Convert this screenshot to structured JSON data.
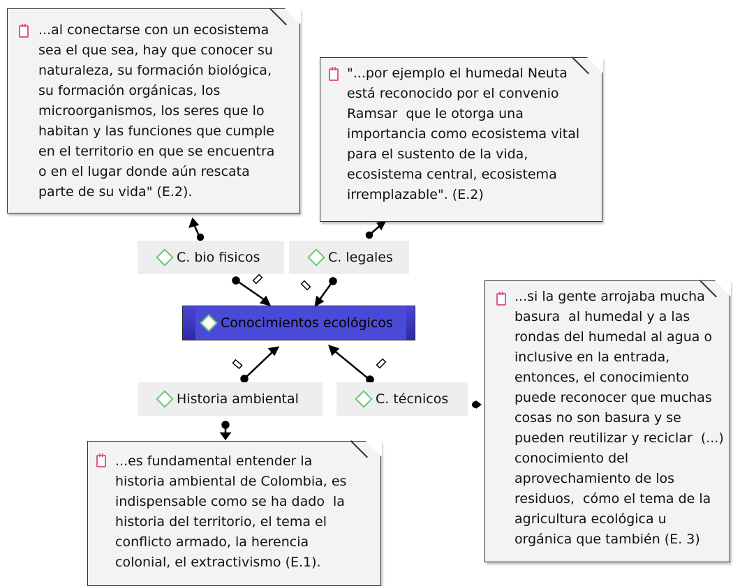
{
  "central_code": {
    "label": "Conocimientos ecológicos"
  },
  "codes": {
    "bio_fisicos": "C. bio fisicos",
    "legales": "C. legales",
    "historia": "Historia ambiental",
    "tecnicos": "C. técnicos"
  },
  "memos": {
    "bio_fisicos": "...al conectarse con un ecosistema\nsea el que sea, hay que conocer su\nnaturaleza, su formación biológica,\nsu formación orgánicas, los\nmicroorganismos, los seres que lo\nhabitan y las funciones que cumple\nen el territorio en que se encuentra\no en el lugar donde aún rescata\nparte de su vida\" (E.2).",
    "legales": "\"...por ejemplo el humedal Neuta\nestá reconocido por el convenio\nRamsar  que le otorga una\nimportancia como ecosistema vital\npara el sustento de la vida,\necosistema central, ecosistema\nirremplazable\". (E.2)",
    "historia": "...es fundamental entender la\nhistoria ambiental de Colombia, es\nindispensable como se ha dado  la\nhistoria del territorio, el tema el\nconflicto armado, la herencia\ncolonial, el extractivismo (E.1).",
    "tecnicos": "...si la gente arrojaba mucha\nbasura  al humedal y a las\nrondas del humedal al agua o\ninclusive en la entrada,\nentonces, el conocimiento\npuede reconocer que muchas\ncosas no son basura y se\npueden reutilizar y reciclar  (...)\nconocimiento del\naprovechamiento de los\nresiduos,  cómo el tema de la\nagricultura ecológica u\norgánica que también (E. 3)"
  },
  "colors": {
    "central_fill": "#4b4ad8",
    "code_diamond": "#69c96e",
    "memo_icon": "#e0569a",
    "memo_fill": "#f3f3f3"
  }
}
